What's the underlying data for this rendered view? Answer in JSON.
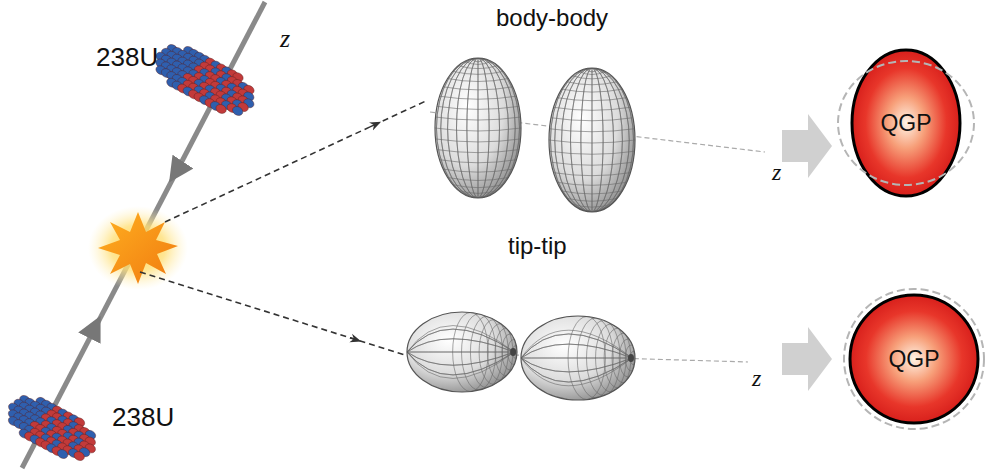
{
  "diagram": {
    "nodes": [
      {
        "text": [
          "QGP"
        ]
      },
      {
        "text": [
          "QGP"
        ]
      }
    ],
    "labels": [
      "z",
      "238U",
      "238U",
      "body-body",
      "tip-tip",
      "z",
      "z"
    ]
  }
}
